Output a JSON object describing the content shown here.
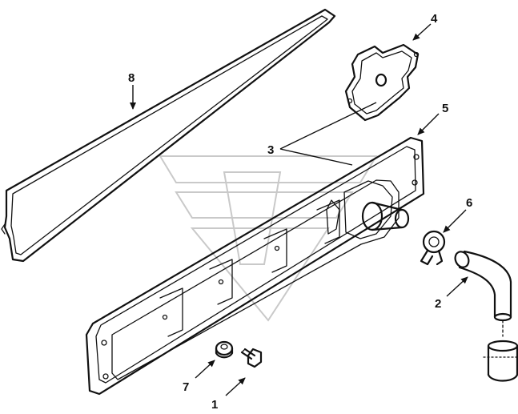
{
  "callouts": {
    "c1": "1",
    "c2": "2",
    "c3": "3",
    "c4": "4",
    "c5": "5",
    "c6": "6",
    "c7": "7",
    "c8": "8"
  },
  "colors": {
    "ink": "#111111",
    "watermark": "#c9c9c9",
    "background": "#ffffff"
  }
}
